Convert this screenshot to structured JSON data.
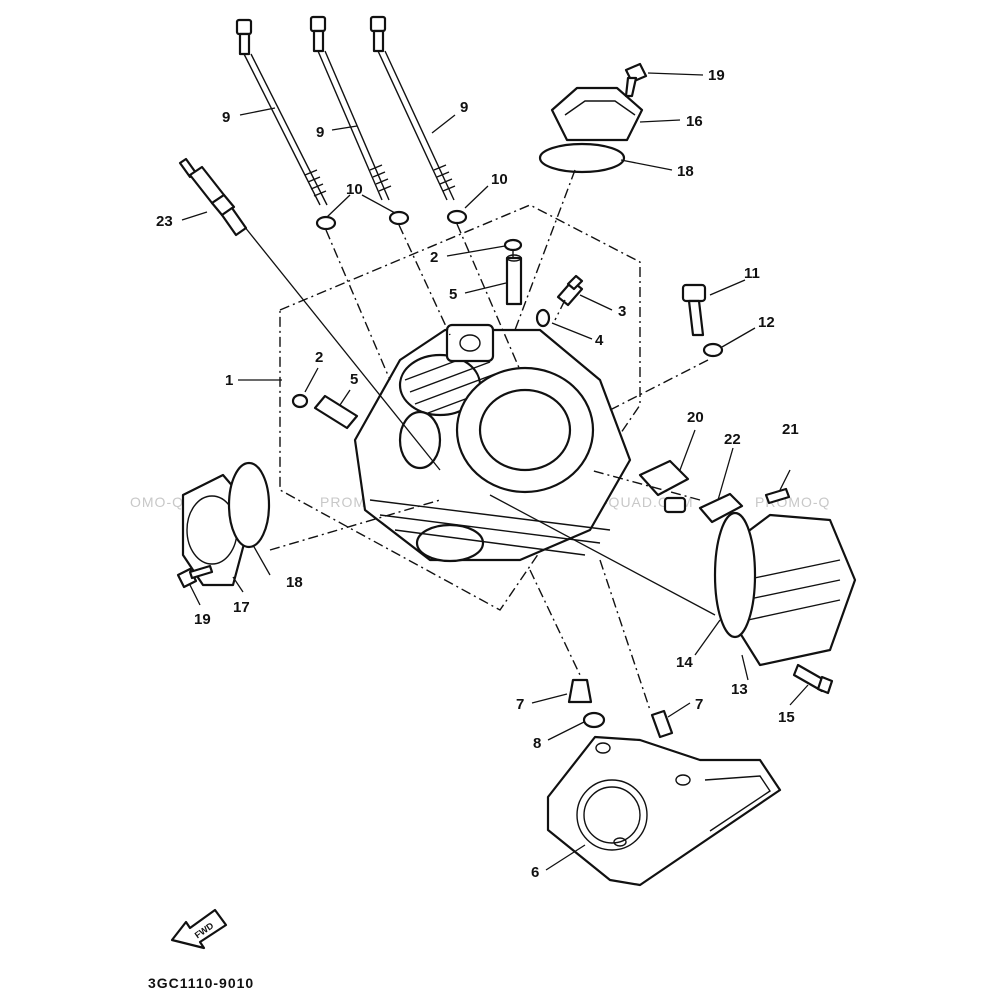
{
  "watermark": {
    "text_left": "OMO-QUAD.COM",
    "text_mid1": "PROMO-QUAD.COM",
    "text_mid2": "PROMO-QUAD.COM",
    "text_right": "PROMO-Q"
  },
  "direction_badge": "FWD",
  "diagram_code": "3GC1110-9010",
  "callouts": {
    "c1": "1",
    "c2a": "2",
    "c2b": "2",
    "c3": "3",
    "c4": "4",
    "c5a": "5",
    "c5b": "5",
    "c6": "6",
    "c7a": "7",
    "c7b": "7",
    "c8": "8",
    "c9a": "9",
    "c9b": "9",
    "c9c": "9",
    "c10a": "10",
    "c10b": "10",
    "c11": "11",
    "c12": "12",
    "c13": "13",
    "c14": "14",
    "c15": "15",
    "c16": "16",
    "c17": "17",
    "c18a": "18",
    "c18b": "18",
    "c19a": "19",
    "c19b": "19",
    "c20": "20",
    "c21": "21",
    "c22": "22",
    "c23": "23"
  }
}
